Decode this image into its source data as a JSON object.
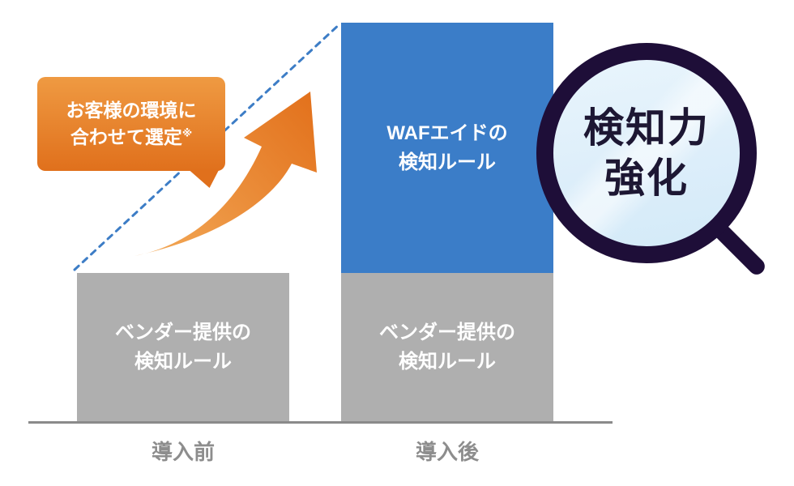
{
  "callout": {
    "line1": "お客様の環境に",
    "line2": "合わせて選定",
    "note_mark": "※",
    "bg_top": "#ef9a42",
    "bg_bottom": "#e0701c",
    "text_color": "#ffffff"
  },
  "growth": {
    "dashed_line_color": "#3d7dc6",
    "arrow_gradient_start": "#f3aa58",
    "arrow_gradient_end": "#e2701b"
  },
  "bars": {
    "text_color": "#ffffff",
    "before": {
      "axis_label": "導入前",
      "vendor": {
        "line1": "ベンダー提供の",
        "line2": "検知ルール",
        "color": "#afafaf"
      }
    },
    "after": {
      "axis_label": "導入後",
      "vendor": {
        "line1": "ベンダー提供の",
        "line2": "検知ルール",
        "color": "#afafaf"
      },
      "wafaid": {
        "line1": "WAFエイドの",
        "line2": "検知ルール",
        "color": "#3b7dc8"
      }
    }
  },
  "axis": {
    "line_color": "#8a8a8a",
    "label_color": "#8d8d8d"
  },
  "magnifier": {
    "line1": "検知力",
    "line2": "強化",
    "ring_color": "#1e0e38",
    "lens_color": "#ddeefa",
    "text_color": "#1d1733"
  }
}
